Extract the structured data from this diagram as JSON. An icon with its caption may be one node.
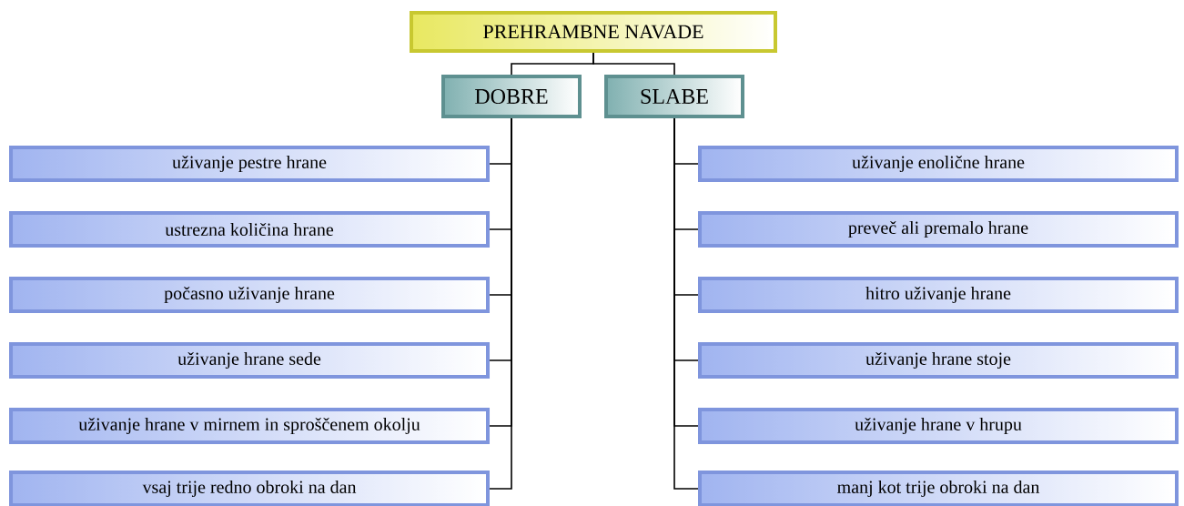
{
  "diagram": {
    "nodes": [
      {
        "text": [
          "PREHRAMBNE NAVADE"
        ]
      },
      {
        "text": [
          "DOBRE"
        ]
      },
      {
        "text": [
          "SLABE"
        ]
      },
      {
        "text": [
          "uživanje pestre hrane"
        ]
      },
      {
        "text": [
          "ustrezna količina hrane"
        ]
      },
      {
        "text": [
          "počasno uživanje hrane"
        ]
      },
      {
        "text": [
          "uživanje hrane sede"
        ]
      },
      {
        "text": [
          "uživanje hrane v mirnem in sproščenem okolju"
        ]
      },
      {
        "text": [
          "vsaj trije redno obroki na dan"
        ]
      },
      {
        "text": [
          "uživanje enolične hrane"
        ]
      },
      {
        "text": [
          "preveč ali premalo hrane"
        ]
      },
      {
        "text": [
          "hitro uživanje hrane"
        ]
      },
      {
        "text": [
          "uživanje hrane stoje"
        ]
      },
      {
        "text": [
          "uživanje hrane v hrupu"
        ]
      },
      {
        "text": [
          "manj kot trije obroki na dan"
        ]
      }
    ],
    "edges": [
      {
        "from": 0,
        "to": 1,
        "arrow": "none"
      },
      {
        "from": 0,
        "to": 2,
        "arrow": "none"
      },
      {
        "from": 1,
        "to": 3,
        "arrow": "none"
      },
      {
        "from": 1,
        "to": 4,
        "arrow": "none"
      },
      {
        "from": 1,
        "to": 5,
        "arrow": "none"
      },
      {
        "from": 1,
        "to": 6,
        "arrow": "none"
      },
      {
        "from": 1,
        "to": 7,
        "arrow": "none"
      },
      {
        "from": 1,
        "to": 8,
        "arrow": "none"
      },
      {
        "from": 2,
        "to": 9,
        "arrow": "none"
      },
      {
        "from": 2,
        "to": 10,
        "arrow": "none"
      },
      {
        "from": 2,
        "to": 11,
        "arrow": "none"
      },
      {
        "from": 2,
        "to": 12,
        "arrow": "none"
      },
      {
        "from": 2,
        "to": 13,
        "arrow": "none"
      },
      {
        "from": 2,
        "to": 14,
        "arrow": "none"
      }
    ]
  }
}
